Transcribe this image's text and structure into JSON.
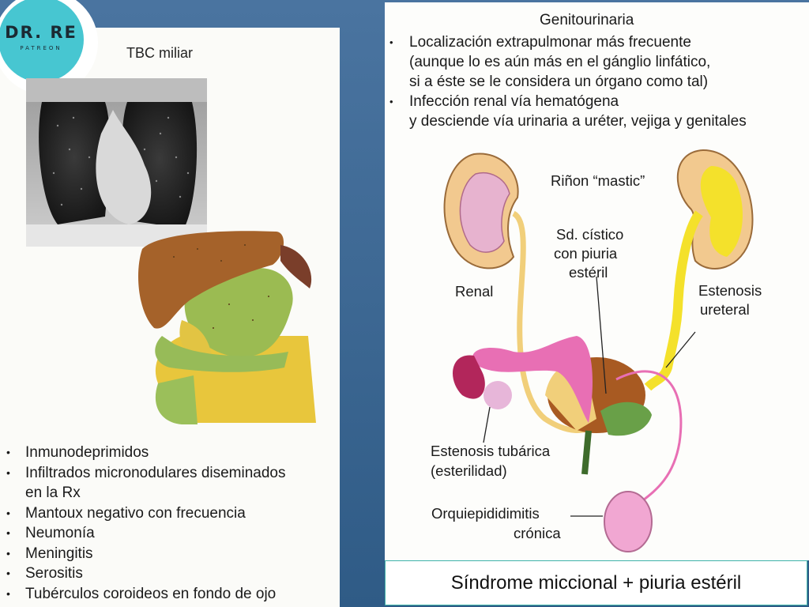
{
  "logo": {
    "title": "DR. RE",
    "subtitle": "PATREON"
  },
  "left": {
    "title": "TBC miliar",
    "items": [
      "Inmunodeprimidos",
      "Infiltrados micronodulares diseminados",
      "en la Rx",
      "Mantoux negativo con frecuencia",
      "Neumonía",
      "Meningitis",
      "Serositis",
      "Tubérculos coroideos en fondo de ojo"
    ]
  },
  "right": {
    "title": "Genitourinaria",
    "bullet1": [
      "Localización extrapulmonar más frecuente",
      "(aunque lo es aún más en el gánglio linfático,",
      "si a éste se le considera un órgano como tal)"
    ],
    "bullet2": [
      "Infección renal vía hematógena",
      "y desciende vía urinaria a uréter, vejiga y genitales"
    ],
    "labels": {
      "rinon": "Riñon “mastic”",
      "sd1": "Sd. cístico",
      "sd2": "con piuria",
      "sd3": "estéril",
      "renal": "Renal",
      "est1": "Estenosis",
      "est2": "ureteral",
      "tub1": "Estenosis tubárica",
      "tub2": "(esterilidad)",
      "orq1": "Orquiepididimitis",
      "orq2": "crónica"
    }
  },
  "caption": "Síndrome miccional + piuria estéril",
  "colors": {
    "background": "#3f6a97",
    "logo": "#47c6d1",
    "caption_border": "#3fb3a9"
  }
}
